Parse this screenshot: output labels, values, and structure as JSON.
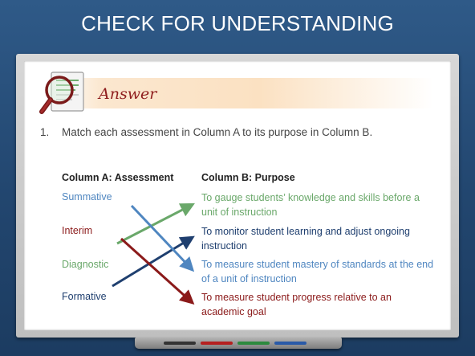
{
  "header": {
    "title": "CHECK FOR UNDERSTANDING"
  },
  "answer": {
    "label": "Answer",
    "icon": "document-magnifier-icon"
  },
  "question": {
    "number": "1.",
    "text": "Match each assessment in Column A to its purpose in Column B."
  },
  "column_a": {
    "heading": "Column A: Assessment",
    "items": [
      "Summative",
      "Interim",
      "Diagnostic",
      "Formative"
    ]
  },
  "column_b": {
    "heading": "Column B: Purpose",
    "items": [
      "To gauge students’ knowledge and skills before a unit of instruction",
      "To monitor student learning and adjust ongoing instruction",
      "To measure student mastery of standards at the end of a unit of instruction",
      "To measure student progress relative to an academic goal"
    ]
  },
  "colors": {
    "summative": "#4f86c0",
    "interim": "#8b1a1a",
    "diagnostic": "#6aa86a",
    "formative": "#1f3f6f",
    "banner": "#2b5078"
  }
}
